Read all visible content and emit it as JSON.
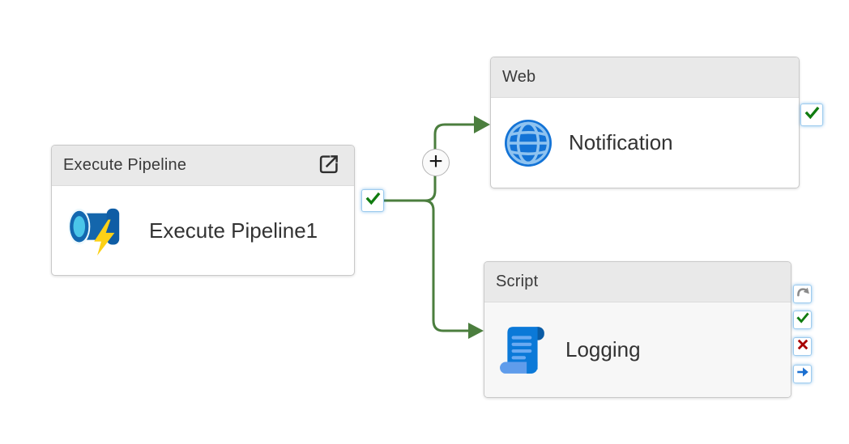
{
  "canvas": {
    "type": "pipeline-designer"
  },
  "colors": {
    "connector_green": "#4b7e3e",
    "success_green": "#107c10",
    "failure_red": "#a80000",
    "completion_blue": "#1b6fd0",
    "skip_gray": "#8a8a8a",
    "node_header_bg": "#e9e9e9",
    "activity_icon_blue": "#1373d6"
  },
  "nodes": [
    {
      "id": "execute-pipeline",
      "type_label": "Execute Pipeline",
      "name": "Execute Pipeline1",
      "icon": "pipeline-icon",
      "header_action": "open-pipeline-icon",
      "ports": [
        "success"
      ]
    },
    {
      "id": "web",
      "type_label": "Web",
      "name": "Notification",
      "icon": "globe-icon",
      "ports": [
        "success"
      ]
    },
    {
      "id": "script",
      "type_label": "Script",
      "name": "Logging",
      "icon": "scroll-icon",
      "ports": [
        "skip",
        "success",
        "failure",
        "completion"
      ]
    }
  ],
  "add_activity_button": {
    "symbol": "+"
  },
  "connections": [
    {
      "from": "Execute Pipeline1",
      "to": "Notification",
      "condition": "success"
    },
    {
      "from": "Execute Pipeline1",
      "to": "Logging",
      "condition": "success"
    }
  ]
}
